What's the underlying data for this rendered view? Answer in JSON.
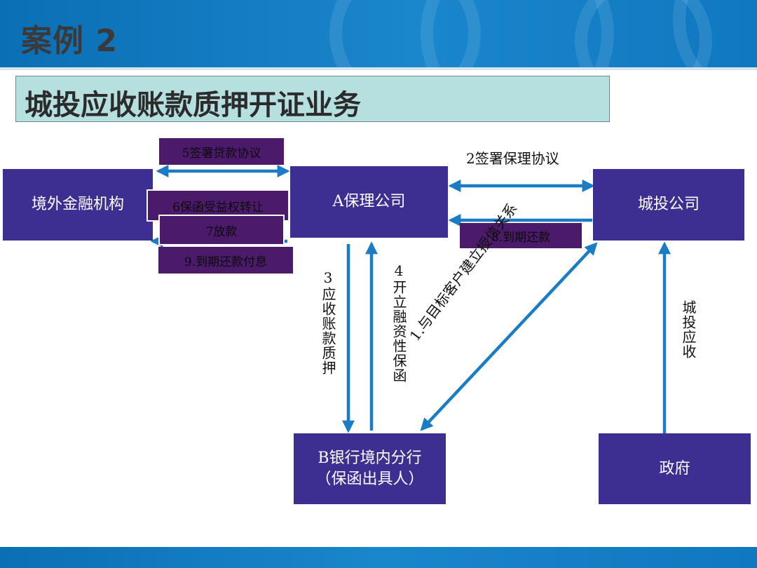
{
  "slide": {
    "title": "案例 2",
    "subtitle": "城投应收账款质押开证业务"
  },
  "colors": {
    "header_blue": "#0b6fb5",
    "node_fill": "#3d2e92",
    "label_fill": "#4b1a6a",
    "arrow": "#1a7cc4",
    "subtitle_fill": "#b6dfe0"
  },
  "diagram": {
    "nodes": {
      "offshore": "境外金融机构",
      "factoring": "A保理公司",
      "chengtou": "城投公司",
      "bank": "B银行境内分行（保函出具人）",
      "government": "政府"
    },
    "labels": {
      "sign_loan": "5签署贷款协议",
      "sign_factoring": "2签署保理协议",
      "guarantee_transfer": "6保函受益权转让",
      "loan": "7放款",
      "repay_chengtou": "8.到期还款",
      "repay_interest": "9.到期还款付息",
      "pledge": "3应收账款质押",
      "issue_guarantee": "4开立融资性保函",
      "credit_relation": "1.与目标客户建立授信关系",
      "receivable": "城投应收"
    }
  }
}
